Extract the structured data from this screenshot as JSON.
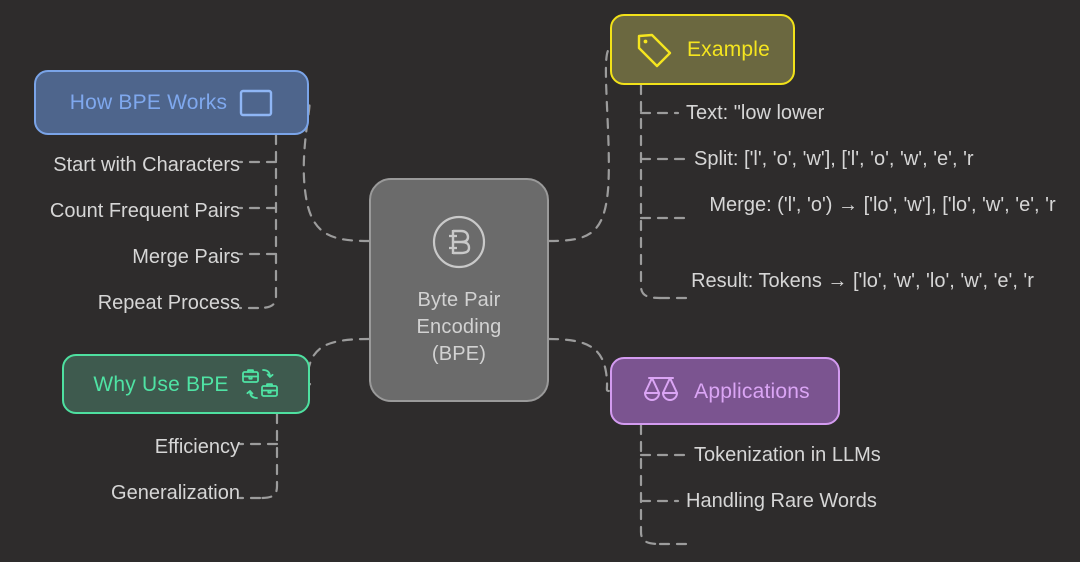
{
  "diagram": {
    "type": "mindmap",
    "title": "Byte Pair Encoding (BPE)",
    "background_color": "#2e2c2c",
    "center": {
      "label": "Byte Pair\nEncoding\n(BPE)",
      "icon": "bitcoin-b-circle-icon",
      "fill_color": "#6b6b6b",
      "border_color": "#9a9a9a",
      "text_color": "#d2d2d2"
    },
    "branches": [
      {
        "id": "how-bpe-works",
        "label": "How BPE Works",
        "icon": "window-rectangle-icon",
        "fill_color": "#4e658c",
        "border_color": "#7aa4e8",
        "text_color": "#7fa8ee",
        "items": [
          "Start with Characters",
          "Count Frequent Pairs",
          "Merge Pairs",
          "Repeat Process"
        ]
      },
      {
        "id": "why-use-bpe",
        "label": "Why Use BPE",
        "icon": "briefcase-exchange-icon",
        "fill_color": "#3e5a4e",
        "border_color": "#4ee0a0",
        "text_color": "#4fe3a4",
        "items": [
          "Efficiency",
          "Generalization"
        ]
      },
      {
        "id": "example",
        "label": "Example",
        "icon": "tag-icon",
        "fill_color": "#6b6840",
        "border_color": "#f2e219",
        "text_color": "#f5e51f",
        "items": [
          "Text: \"low lower",
          "Split: ['l', 'o', 'w'], ['l', 'o', 'w', 'e', 'r",
          "Merge: ('l', 'o') → ['lo', 'w'], ['lo', 'w', 'e', 'r",
          "Result: Tokens → ['lo', 'w', 'lo', 'w', 'e', 'r"
        ]
      },
      {
        "id": "applications",
        "label": "Applications",
        "icon": "balance-scale-icon",
        "fill_color": "#7b5490",
        "border_color": "#d39bf0",
        "text_color": "#dba5f5",
        "items": [
          "Tokenization in LLMs",
          "Handling Rare Words"
        ]
      }
    ],
    "leaf_text_color": "#d6d6d6",
    "edge_color": "#9c9c9c",
    "edge_style": "dashed"
  }
}
